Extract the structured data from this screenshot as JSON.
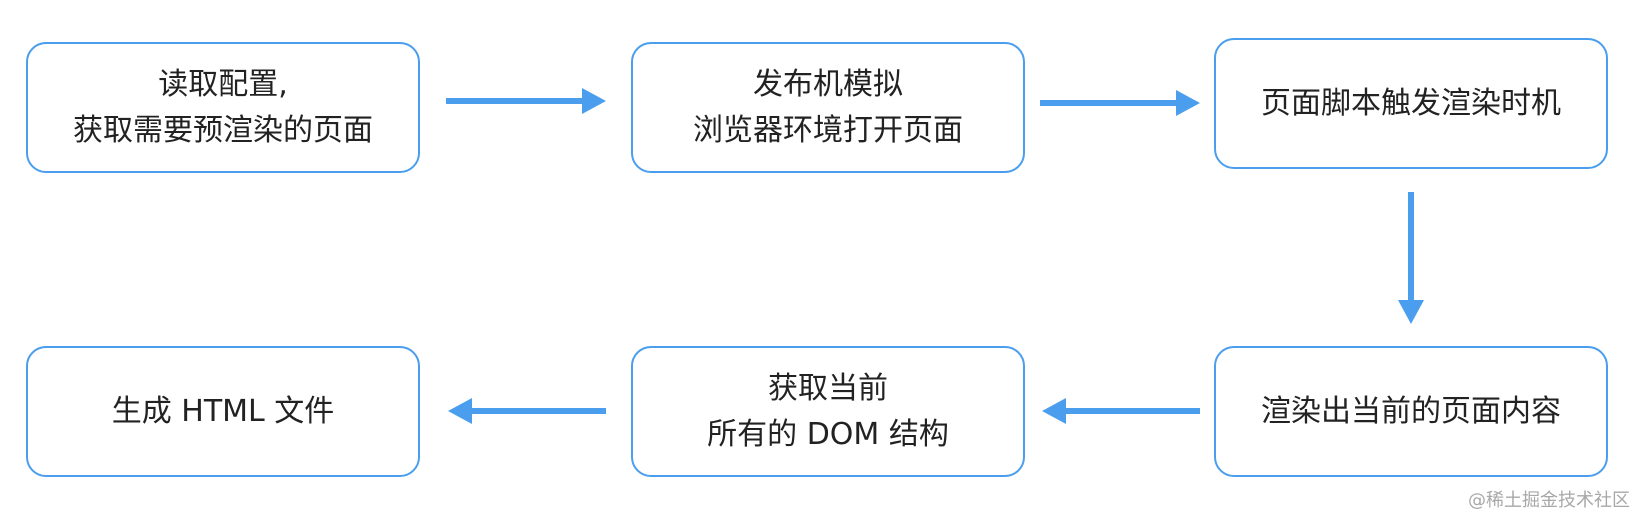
{
  "nodes": {
    "read_config": {
      "line1": "读取配置,",
      "line2": "获取需要预渲染的页面"
    },
    "publisher_simulate": {
      "line1": "发布机模拟",
      "line2": "浏览器环境打开页面"
    },
    "script_trigger": {
      "line1": "页面脚本触发渲染时机"
    },
    "render_content": {
      "line1": "渲染出当前的页面内容"
    },
    "get_dom": {
      "line1": "获取当前",
      "line2": "所有的 DOM 结构"
    },
    "generate_html": {
      "line1": "生成 HTML 文件"
    }
  },
  "colors": {
    "accent": "#4a9eed",
    "text": "#222222",
    "watermark": "#a8a8a8"
  },
  "watermark": "@稀土掘金技术社区"
}
